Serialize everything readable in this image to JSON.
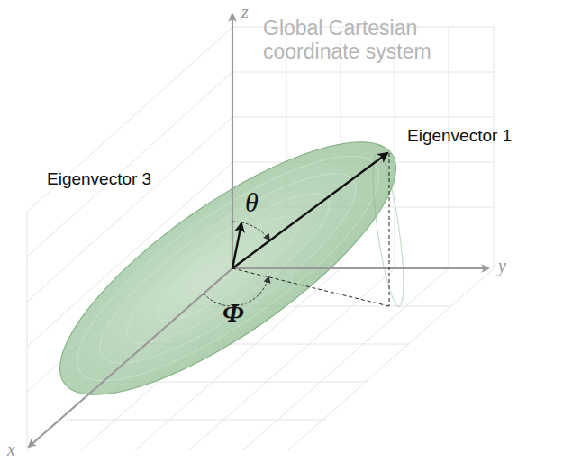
{
  "diagram": {
    "labels": [
      "z",
      "Global Cartesian coordinate system",
      "Eigenvector 1",
      "Eigenvector 3",
      "θ",
      "Φ",
      "y",
      "x"
    ]
  }
}
